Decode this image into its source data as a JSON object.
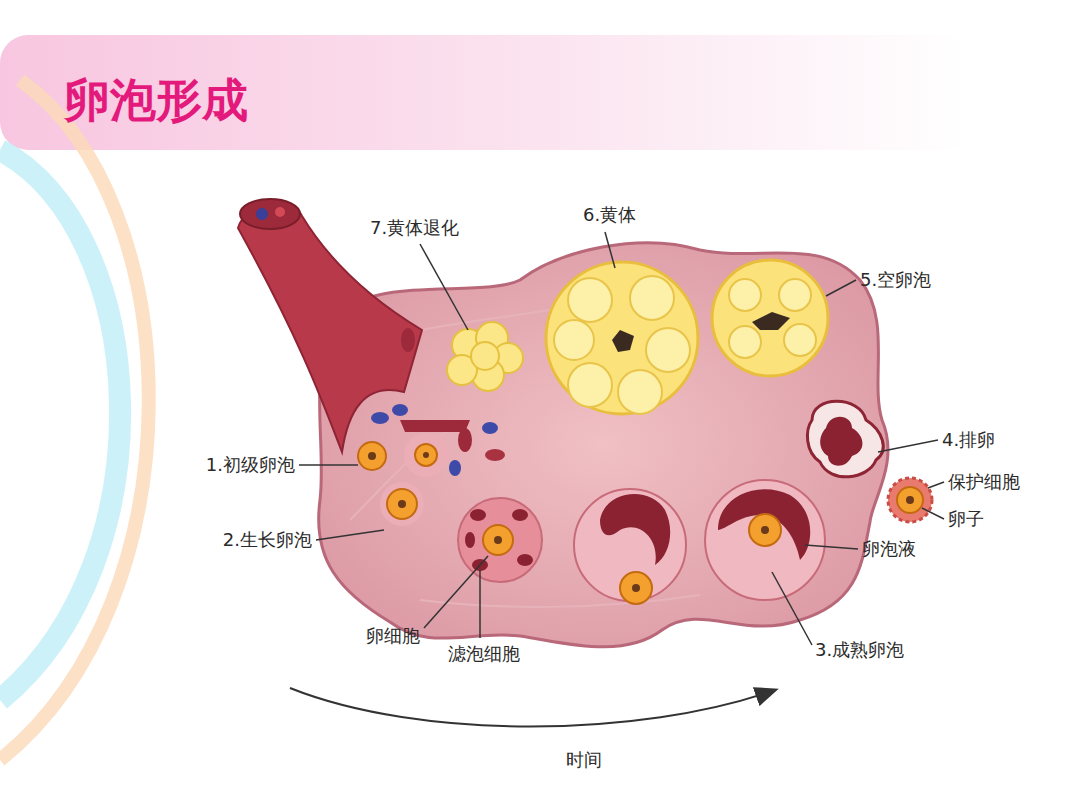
{
  "diagram": {
    "title": "卵泡形成",
    "labels": [
      "7.黄体退化",
      "6.黄体",
      "5.空卵泡",
      "4.排卵",
      "保护细胞",
      "卵子",
      "1.初级卵泡",
      "2.生长卵泡",
      "卵泡液",
      "卵细胞",
      "滤泡细胞",
      "3.成熟卵泡",
      "时间"
    ]
  }
}
